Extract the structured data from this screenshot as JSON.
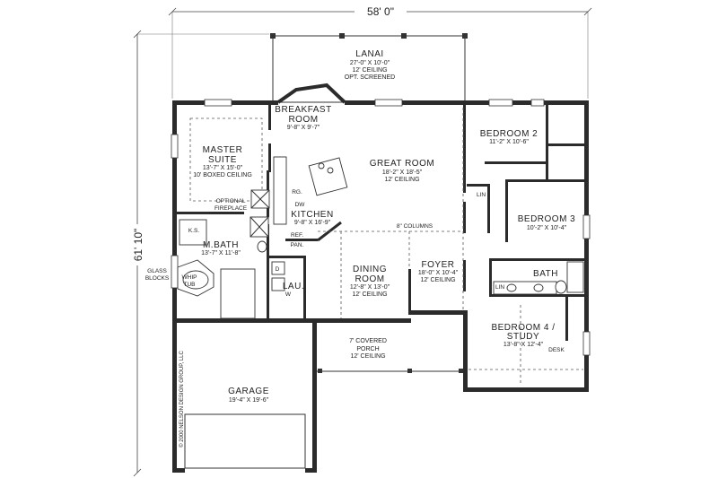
{
  "overall_dims": {
    "width": "58' 0\"",
    "depth": "61' 10\""
  },
  "rooms": {
    "lanai": {
      "name": "LANAI",
      "dims": "27'-0\" X 10'-0\"",
      "note": "12' CEILING",
      "note2": "OPT. SCREENED"
    },
    "breakfast": {
      "name1": "BREAKFAST",
      "name2": "ROOM",
      "dims": "9'-8\" X 9'-7\""
    },
    "master": {
      "name1": "MASTER",
      "name2": "SUITE",
      "dims": "13'-7\" X 15'-0\"",
      "note": "10' BOXED CEILING"
    },
    "great": {
      "name": "GREAT ROOM",
      "dims": "18'-2\" X 18'-5\"",
      "note": "12' CEILING"
    },
    "bedroom2": {
      "name": "BEDROOM 2",
      "dims": "11'-2\" X 10'-6\""
    },
    "bedroom3": {
      "name": "BEDROOM 3",
      "dims": "10'-2\" X 10'-4\""
    },
    "kitchen": {
      "name": "KITCHEN",
      "dims": "9'-8\" X 16'-9\""
    },
    "mbath": {
      "name": "M.BATH",
      "dims": "13'-7\" X 11'-8\""
    },
    "dining": {
      "name1": "DINING",
      "name2": "ROOM",
      "dims": "12'-8\" X 13'-0\"",
      "note": "12' CEILING"
    },
    "foyer": {
      "name": "FOYER",
      "dims": "18'-0\" X 10'-4\"",
      "note": "12' CEILING"
    },
    "bath": {
      "name": "BATH"
    },
    "bedroom4": {
      "name1": "BEDROOM 4 /",
      "name2": "STUDY",
      "dims": "13'-8\" X 12'-4\""
    },
    "porch": {
      "name1": "7' COVERED",
      "name2": "PORCH",
      "note": "12' CEILING"
    },
    "garage": {
      "name": "GARAGE",
      "dims": "19'-4\" X 19'-6\""
    },
    "laundry": {
      "name": "LAU."
    }
  },
  "labels": {
    "optional_fireplace1": "OPTIONAL",
    "optional_fireplace2": "FIREPLACE",
    "columns": "8\" COLUMNS",
    "ref": "REF.",
    "pan": "PAN.",
    "rg": "RG.",
    "dw": "DW",
    "ks": "K.S.",
    "glass1": "GLASS",
    "glass2": "BLOCKS",
    "whip1": "WHIP",
    "whip2": "TUB",
    "lin1": "LIN",
    "lin2": "LIN",
    "desk": "DESK",
    "w": "W",
    "d": "D",
    "copyright": "© 2000 NELSON DESIGN GROUP, LLC"
  }
}
